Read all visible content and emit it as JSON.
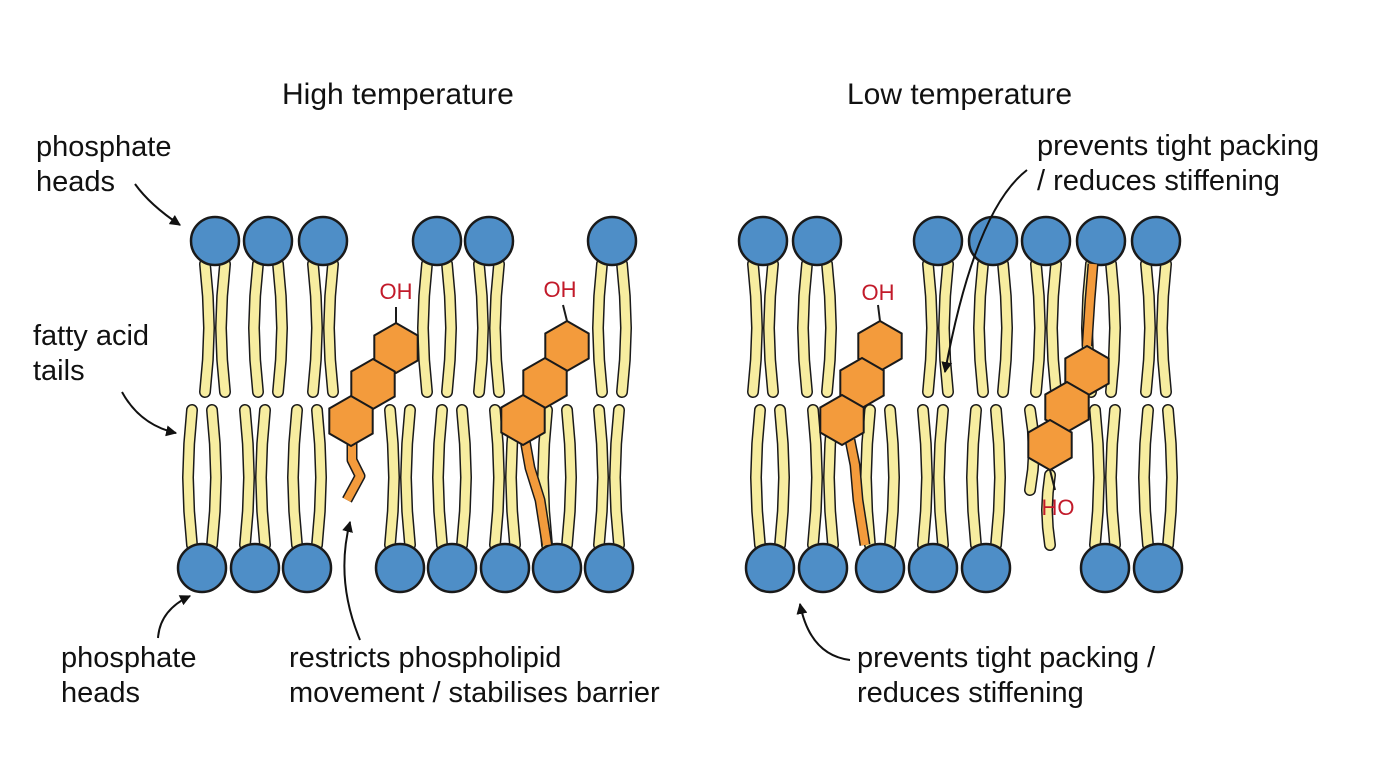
{
  "panels": {
    "high": {
      "title": "High temperature"
    },
    "low": {
      "title": "Low temperature"
    }
  },
  "labels": {
    "phosphate_heads_top": "phosphate\nheads",
    "fatty_acid_tails": "fatty acid\ntails",
    "phosphate_heads_bottom": "phosphate\nheads",
    "high_temp_effect": "restricts phospholipid\nmovement / stabilises barrier",
    "low_temp_effect_top": "prevents tight packing\n/ reduces stiffening",
    "low_temp_effect_bottom": "prevents tight packing /\nreduces stiffening"
  },
  "cholesterol": {
    "hydroxyl_top": "OH",
    "hydroxyl_bottom": "HO"
  },
  "colors": {
    "head_fill": "#4e8ec7",
    "tail_fill": "#f7eda0",
    "cholesterol_fill": "#f39b3c",
    "hydroxyl_text": "#c21a2a",
    "outline": "#1a1a1a"
  }
}
